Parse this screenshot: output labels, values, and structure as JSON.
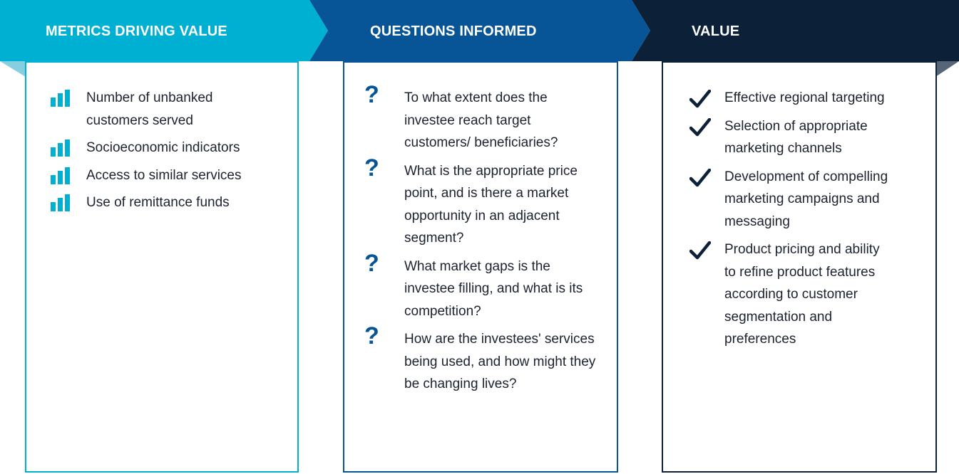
{
  "colors": {
    "metrics": "#00b0d2",
    "questions": "#075596",
    "value": "#0c2037",
    "text": "#1c2230"
  },
  "columns": [
    {
      "id": "metrics",
      "title": "METRICS DRIVING VALUE",
      "icon": "bar-chart-icon",
      "items": [
        "Number of unbanked customers served",
        "Socioeconomic indicators",
        "Access to similar services",
        "Use of remittance funds"
      ]
    },
    {
      "id": "questions",
      "title": "QUESTIONS INFORMED",
      "icon": "question-mark-icon",
      "items": [
        "To what extent does the investee reach target customers/ beneficiaries?",
        "What is the appropriate price point, and is there a market opportunity in an adjacent segment?",
        "What market gaps is the investee filling, and what is its competition?",
        "How are the investees' services being used, and how might they be changing lives?"
      ]
    },
    {
      "id": "value",
      "title": "VALUE",
      "icon": "checkmark-icon",
      "items": [
        "Effective regional targeting",
        "Selection of appropriate marketing channels",
        "Development of compelling marketing campaigns and messaging",
        "Product pricing and ability to refine product features according to customer segmentation and preferences"
      ]
    }
  ]
}
